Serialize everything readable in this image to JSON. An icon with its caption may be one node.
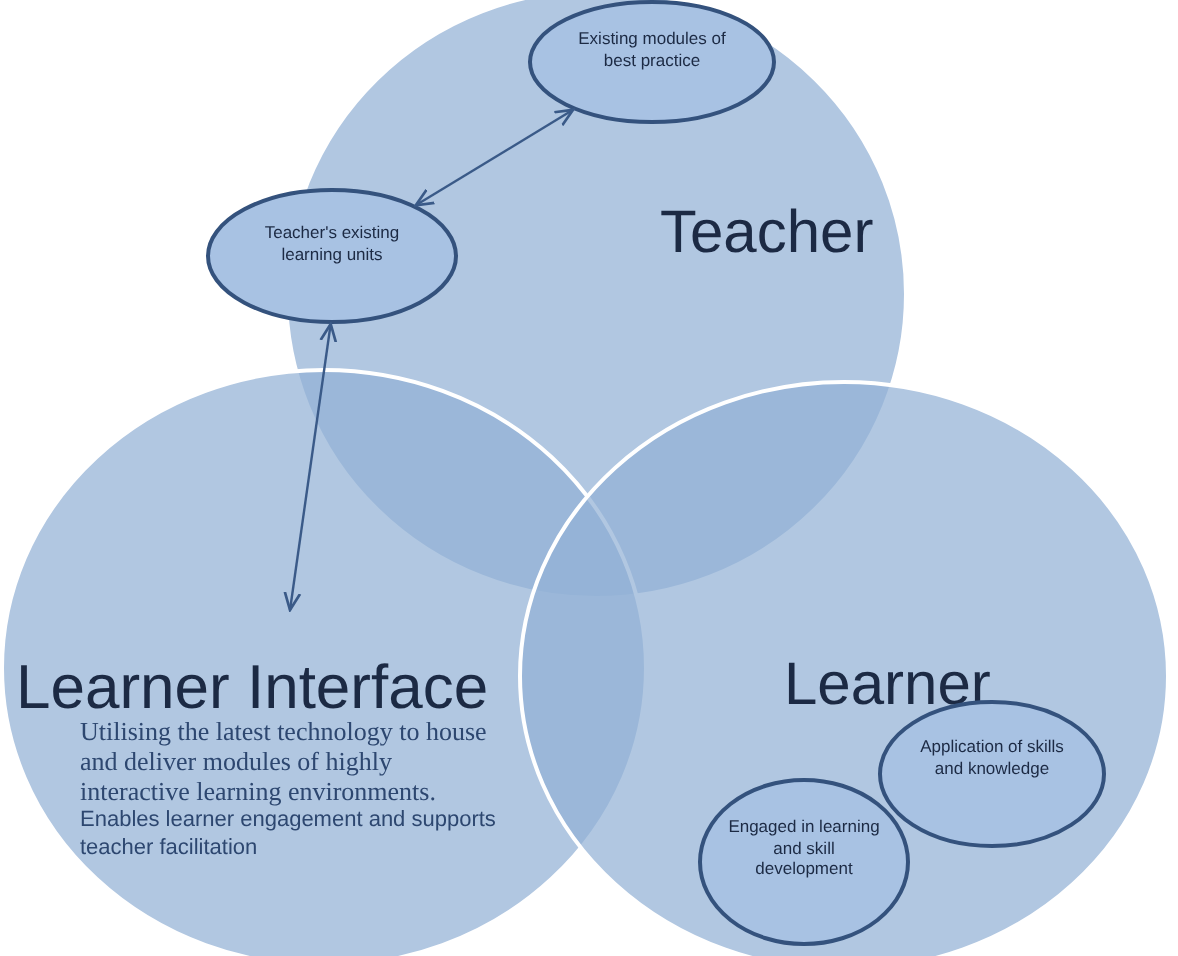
{
  "diagram": {
    "nodes": [
      {
        "text": [
          "Teacher"
        ]
      },
      {
        "text": [
          "Learner Interface",
          "Utilising the latest technology to house and deliver modules of highly interactive learning environments.",
          "Enables learner engagement and supports teacher facilitation"
        ]
      },
      {
        "text": [
          "Learner"
        ]
      },
      {
        "text": [
          "Existing modules of best practice"
        ],
        "in": 0
      },
      {
        "text": [
          "Teacher's existing learning units"
        ]
      },
      {
        "text": [
          "Engaged in learning and skill development"
        ],
        "in": 2
      },
      {
        "text": [
          "Application of skills and knowledge"
        ],
        "in": 2
      }
    ],
    "edges": [
      {
        "from": 3,
        "to": 4,
        "arrow": "both"
      },
      {
        "from": 4,
        "to": 1,
        "arrow": "both"
      }
    ]
  }
}
